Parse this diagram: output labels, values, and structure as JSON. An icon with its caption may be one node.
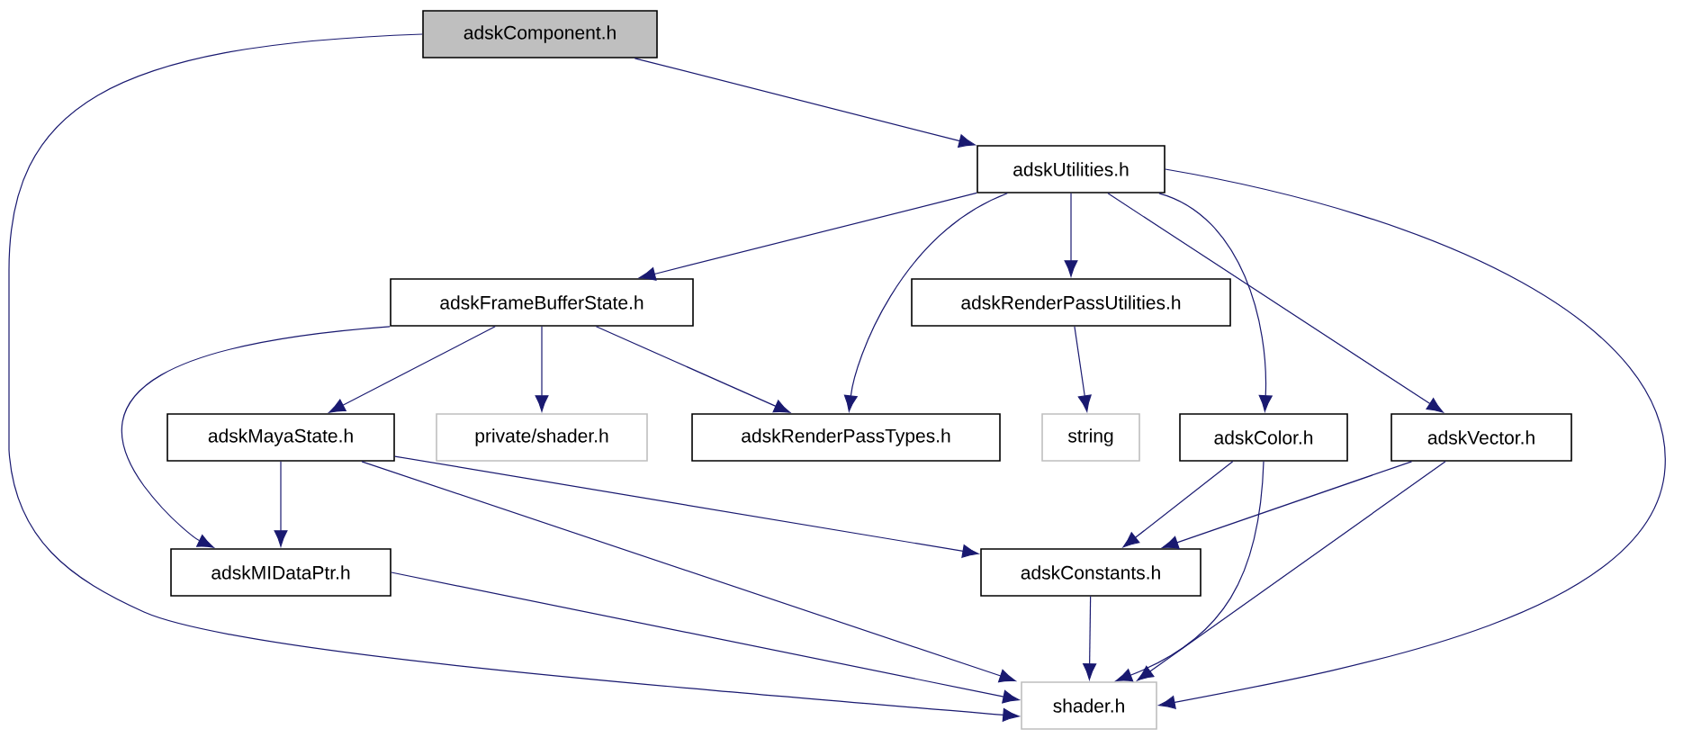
{
  "diagram": {
    "nodes": [
      {
        "text": [
          "adskComponent.h"
        ]
      },
      {
        "text": [
          "adskUtilities.h"
        ]
      },
      {
        "text": [
          "adskFrameBufferState.h"
        ]
      },
      {
        "text": [
          "adskRenderPassUtilities.h"
        ]
      },
      {
        "text": [
          "adskMayaState.h"
        ]
      },
      {
        "text": [
          "private/shader.h"
        ]
      },
      {
        "text": [
          "adskRenderPassTypes.h"
        ]
      },
      {
        "text": [
          "string"
        ]
      },
      {
        "text": [
          "adskColor.h"
        ]
      },
      {
        "text": [
          "adskVector.h"
        ]
      },
      {
        "text": [
          "adskMIDataPtr.h"
        ]
      },
      {
        "text": [
          "adskConstants.h"
        ]
      },
      {
        "text": [
          "shader.h"
        ]
      }
    ],
    "edges": [
      {
        "from": 0,
        "to": 1,
        "arrow": "to"
      },
      {
        "from": 0,
        "to": 12,
        "arrow": "to"
      },
      {
        "from": 1,
        "to": 2,
        "arrow": "to"
      },
      {
        "from": 1,
        "to": 6,
        "arrow": "to"
      },
      {
        "from": 1,
        "to": 3,
        "arrow": "to"
      },
      {
        "from": 1,
        "to": 8,
        "arrow": "to"
      },
      {
        "from": 1,
        "to": 9,
        "arrow": "to"
      },
      {
        "from": 1,
        "to": 12,
        "arrow": "to"
      },
      {
        "from": 2,
        "to": 4,
        "arrow": "to"
      },
      {
        "from": 2,
        "to": 5,
        "arrow": "to"
      },
      {
        "from": 2,
        "to": 6,
        "arrow": "to"
      },
      {
        "from": 2,
        "to": 10,
        "arrow": "to"
      },
      {
        "from": 3,
        "to": 7,
        "arrow": "to"
      },
      {
        "from": 4,
        "to": 10,
        "arrow": "to"
      },
      {
        "from": 4,
        "to": 11,
        "arrow": "to"
      },
      {
        "from": 4,
        "to": 12,
        "arrow": "to"
      },
      {
        "from": 8,
        "to": 11,
        "arrow": "to"
      },
      {
        "from": 8,
        "to": 12,
        "arrow": "to"
      },
      {
        "from": 9,
        "to": 11,
        "arrow": "to"
      },
      {
        "from": 9,
        "to": 12,
        "arrow": "to"
      },
      {
        "from": 10,
        "to": 12,
        "arrow": "to"
      },
      {
        "from": 11,
        "to": 12,
        "arrow": "to"
      }
    ]
  }
}
